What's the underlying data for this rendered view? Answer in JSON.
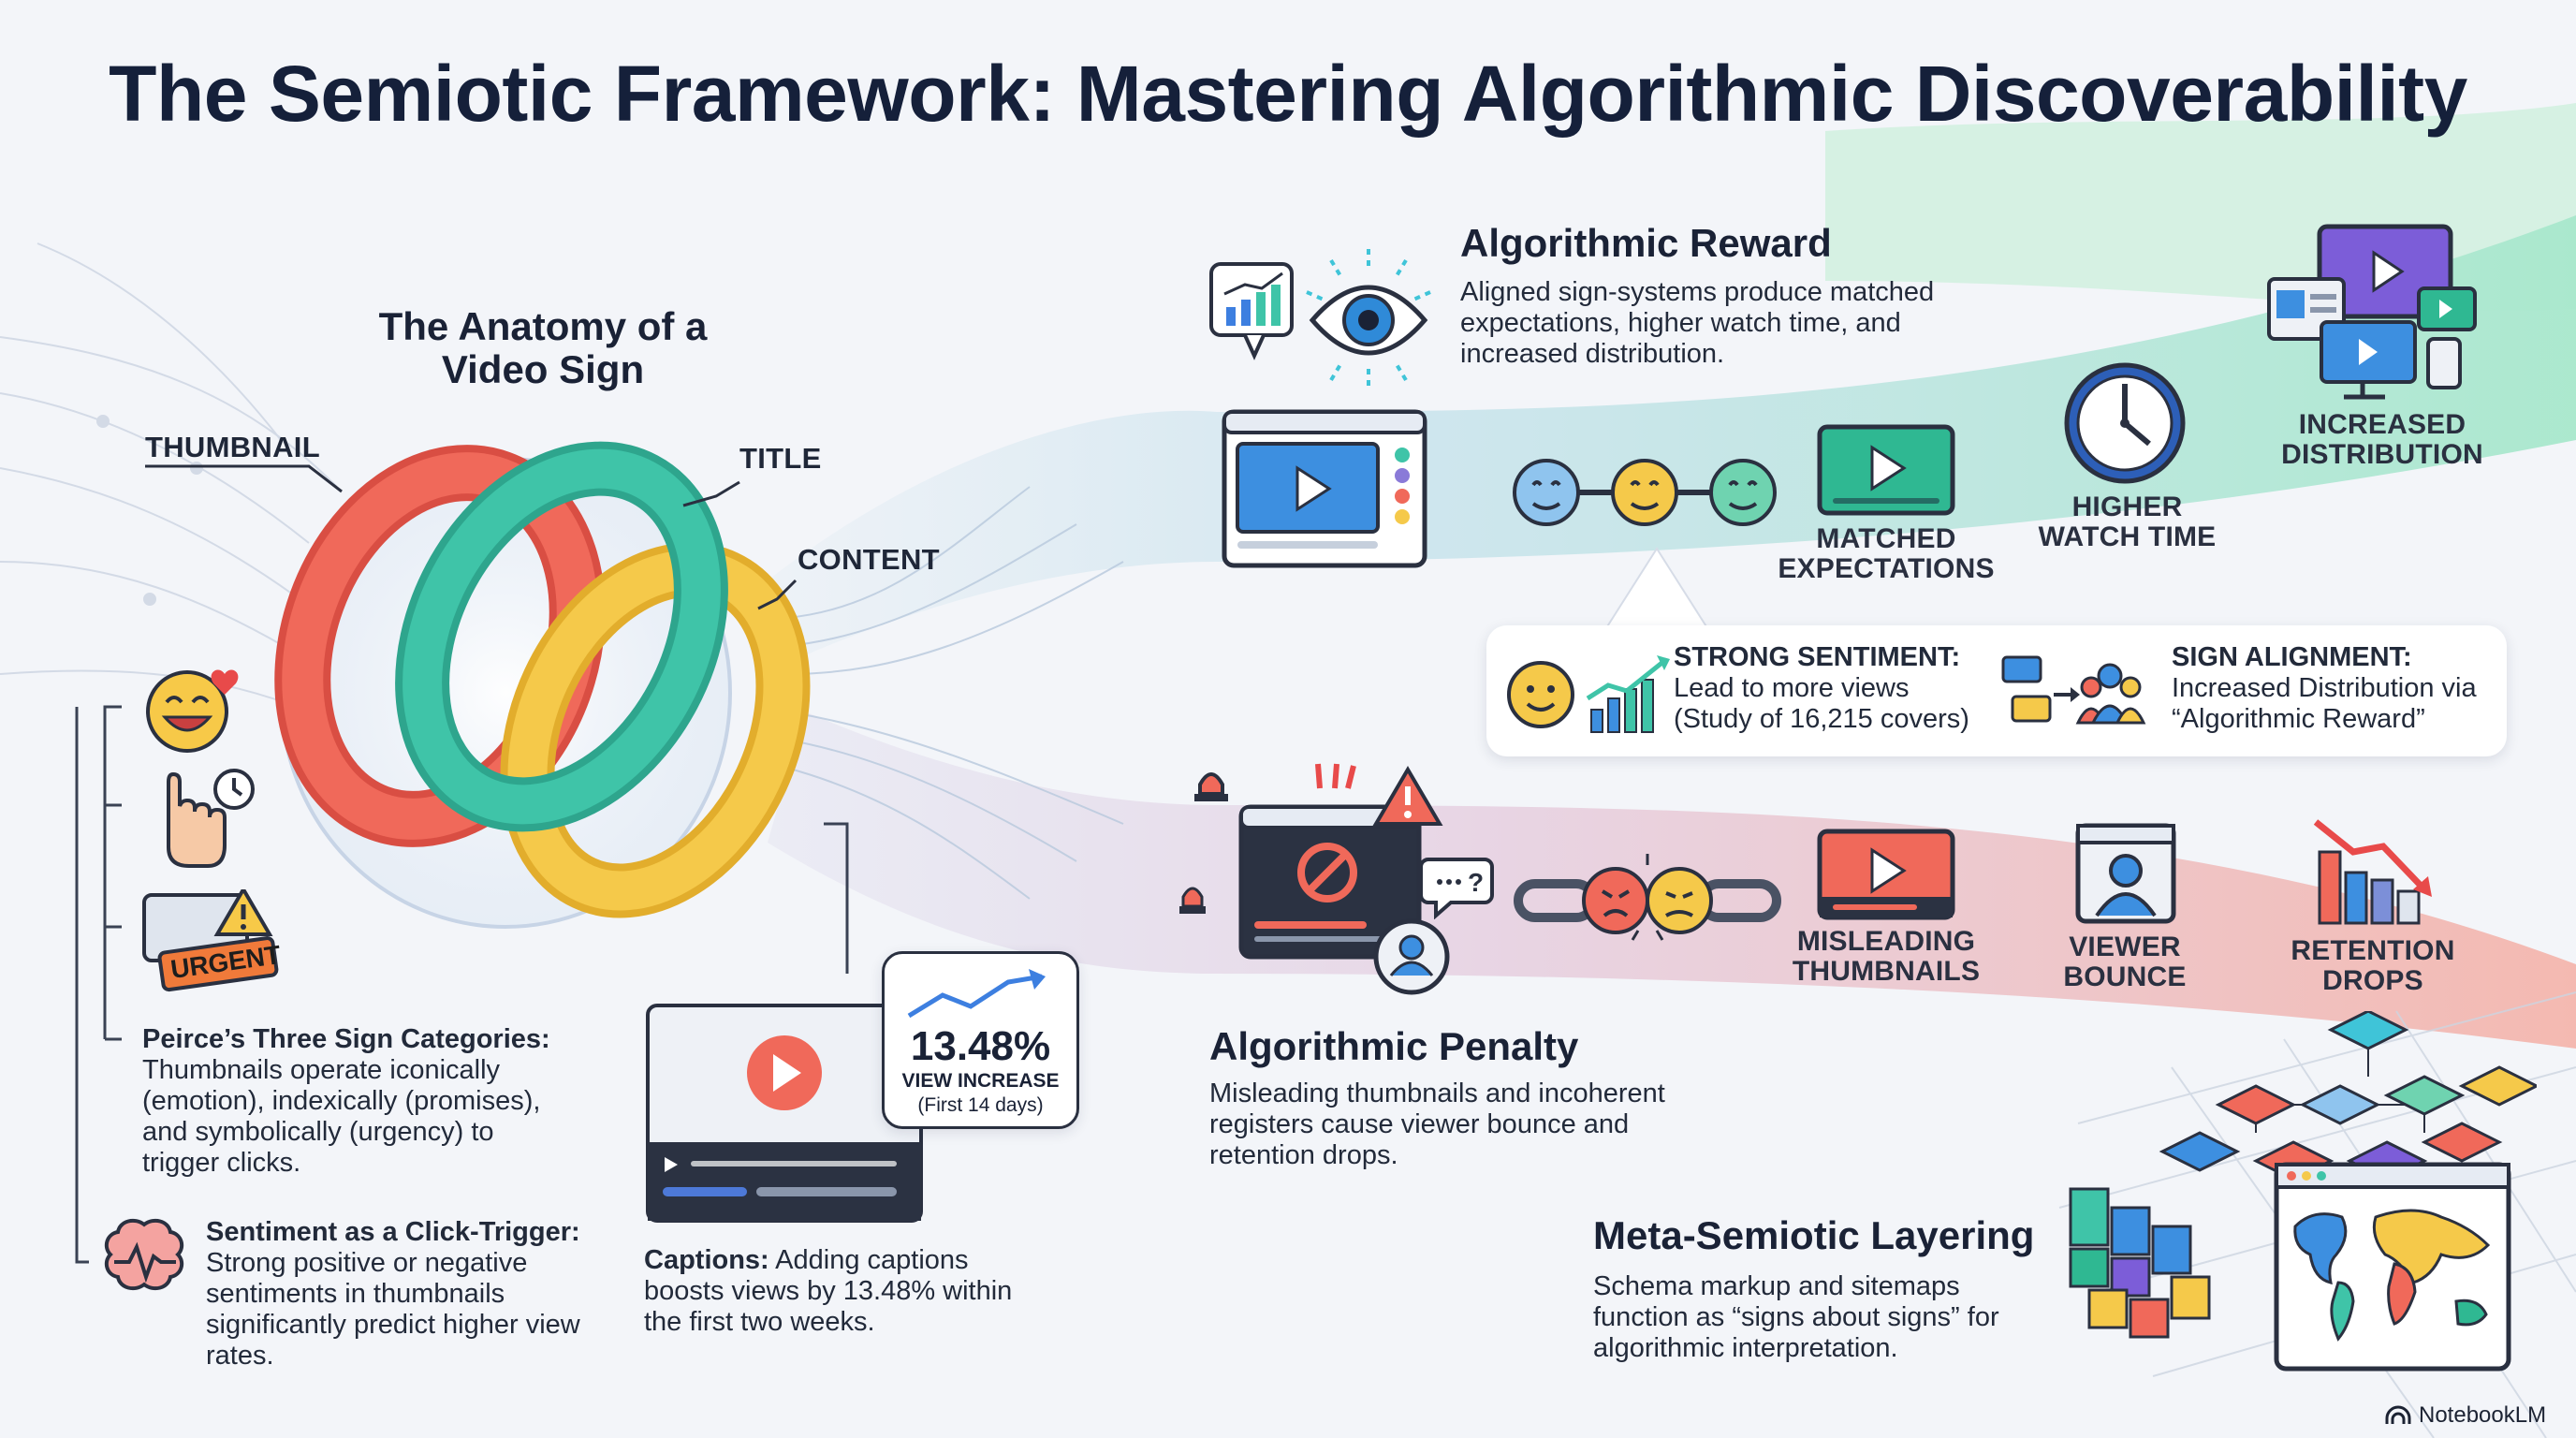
{
  "title": "The Semiotic Framework: Mastering Algorithmic Discoverability",
  "anatomy": {
    "heading": "The Anatomy of a\nVideo Sign",
    "labels": {
      "thumbnail": "THUMBNAIL",
      "title": "TITLE",
      "content": "CONTENT"
    },
    "urgent_badge": "URGENT"
  },
  "peirce": {
    "heading": "Peirce’s Three Sign Categories:",
    "text": "Thumbnails operate iconically (emotion), indexically (promises), and symbolically (urgency) to trigger clicks."
  },
  "sentiment": {
    "heading": "Sentiment as a Click-Trigger:",
    "text": "Strong positive or negative sentiments in thumbnails significantly predict higher view rates."
  },
  "captions": {
    "stat_value": "13.48%",
    "stat_label": "VIEW INCREASE",
    "stat_sub": "(First 14 days)",
    "heading": "Captions:",
    "text": " Adding captions boosts views by 13.48% within the first two weeks."
  },
  "reward": {
    "heading": "Algorithmic Reward",
    "text": "Aligned sign-systems produce matched expectations, higher watch time, and increased distribution.",
    "steps": {
      "matched": "MATCHED\nEXPECTATIONS",
      "watch": "HIGHER\nWATCH TIME",
      "distribution": "INCREASED\nDISTRIBUTION"
    }
  },
  "insight_card": {
    "strong_heading": "STRONG SENTIMENT:",
    "strong_text": "Lead to more views\n(Study of 16,215 covers)",
    "align_heading": "SIGN ALIGNMENT:",
    "align_text": "Increased Distribution via\n“Algorithmic Reward”"
  },
  "penalty": {
    "heading": "Algorithmic Penalty",
    "text": "Misleading thumbnails and incoherent registers cause viewer bounce and retention drops.",
    "steps": {
      "misleading": "MISLEADING\nTHUMBNAILS",
      "bounce": "VIEWER\nBOUNCE",
      "retention": "RETENTION\nDROPS"
    }
  },
  "meta": {
    "heading": "Meta-Semiotic Layering",
    "text": "Schema markup and sitemaps function as “signs about signs” for algorithmic interpretation."
  },
  "watermark": "NotebookLM",
  "colors": {
    "ring_red": "#f0695a",
    "ring_teal": "#3fc4a8",
    "ring_yellow": "#f5c94a",
    "reward_band": "#bfe6dc",
    "penalty_band": "#f2c4bf",
    "title_text": "#15203a"
  }
}
